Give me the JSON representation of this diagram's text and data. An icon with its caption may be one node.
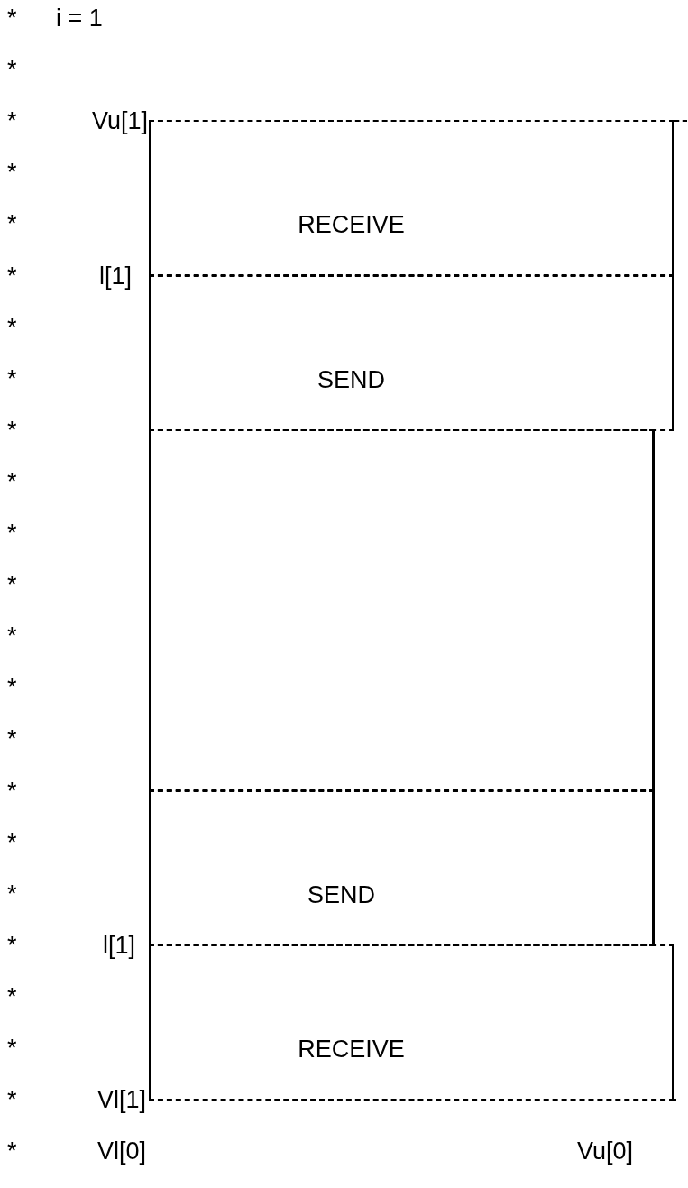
{
  "diagram": {
    "nodes": [
      {
        "text": [
          "RECEIVE"
        ]
      },
      {
        "text": [
          "SEND"
        ]
      },
      {
        "text": [],
        "shape": "box"
      },
      {
        "text": [
          "SEND"
        ]
      },
      {
        "text": [
          "RECEIVE"
        ]
      }
    ],
    "labels": [
      "*",
      "i = 1",
      "*",
      "*",
      "Vu[1]",
      "*",
      "*",
      "*",
      "l[1]",
      "*",
      "*",
      "*",
      "*",
      "*",
      "*",
      "*",
      "*",
      "*",
      "*",
      "*",
      "*",
      "*",
      "l[1]",
      "*",
      "*",
      "*",
      "Vl[1]",
      "*",
      "Vl[0]",
      "Vu[0]"
    ]
  }
}
